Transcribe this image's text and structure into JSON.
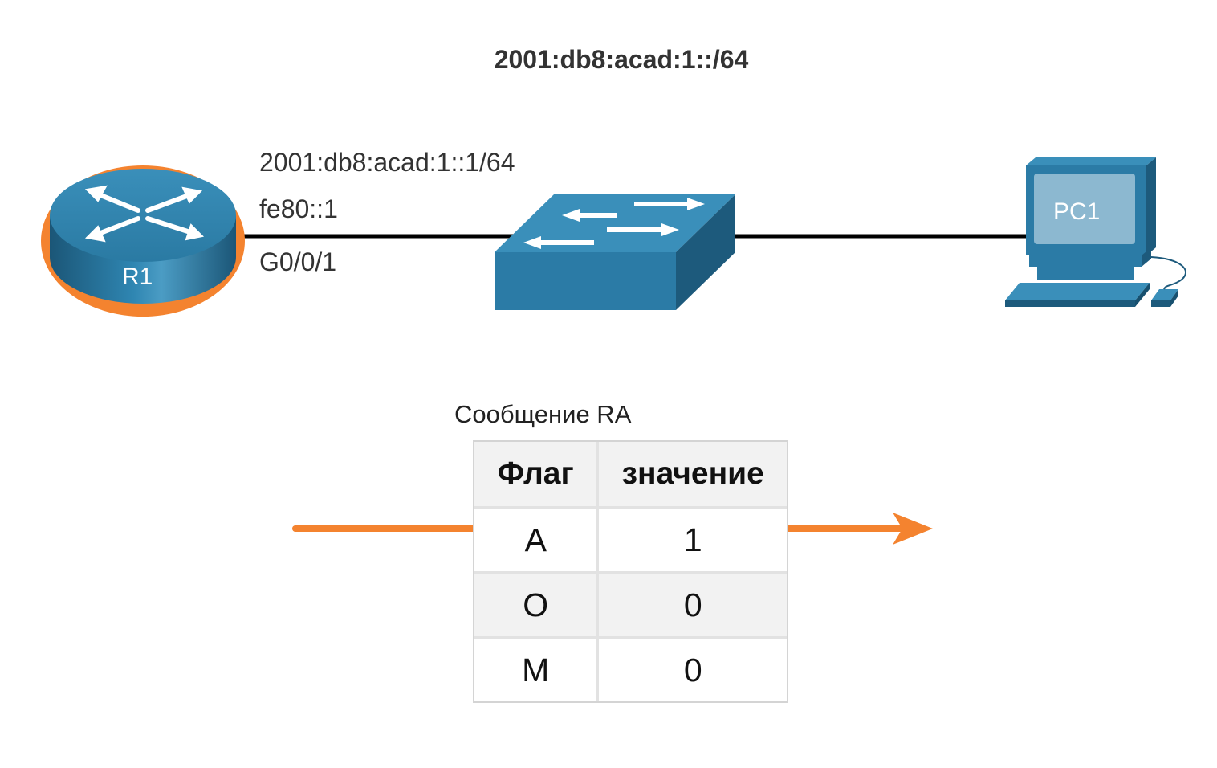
{
  "network": {
    "prefix": "2001:db8:acad:1::/64"
  },
  "router": {
    "name": "R1",
    "ipv6_address": "2001:db8:acad:1::1/64",
    "link_local": "fe80::1",
    "interface": "G0/0/1"
  },
  "pc": {
    "name": "PC1"
  },
  "ra_message": {
    "caption": "Сообщение RA",
    "headers": [
      "Флаг",
      "значение"
    ],
    "rows": [
      {
        "flag": "A",
        "value": "1"
      },
      {
        "flag": "O",
        "value": "0"
      },
      {
        "flag": "M",
        "value": "0"
      }
    ]
  },
  "colors": {
    "device_blue": "#2f7ea8",
    "device_dark": "#1d5a7c",
    "highlight_orange": "#f4832f",
    "link": "#000000"
  }
}
